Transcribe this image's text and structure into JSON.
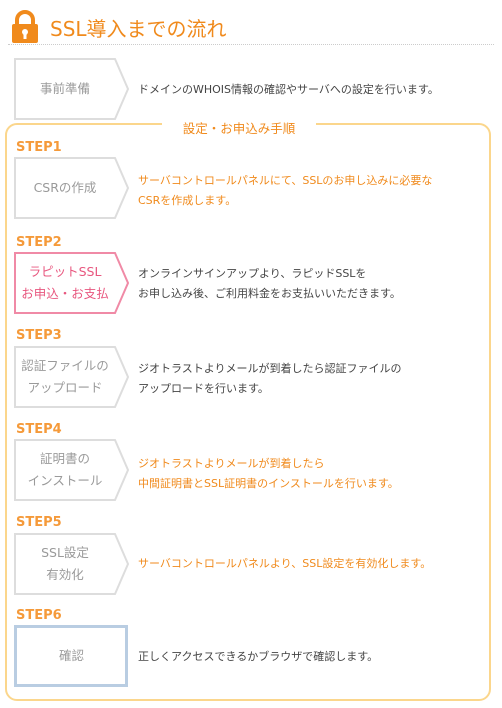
{
  "header": {
    "title": "SSL導入までの流れ",
    "icon": "lock-icon"
  },
  "preparation": {
    "box_label": "事前準備",
    "desc_lines": [
      "ドメインのWHOIS情報の確認やサーバへの設定を行います。"
    ]
  },
  "frame": {
    "title": "設定・お申込み手順"
  },
  "steps": [
    {
      "step": "STEP1",
      "box_lines": [
        "CSRの作成"
      ],
      "desc_lines": [
        "サーバコントロールパネルにて、SSLのお申し込みに必要な",
        "CSRを作成します。"
      ]
    },
    {
      "step": "STEP2",
      "box_lines": [
        "ラピットSSL",
        "お申込・お支払"
      ],
      "desc_lines": [
        "オンラインサインアップより、ラピッドSSLを",
        "お申し込み後、ご利用料金をお支払いいただきます。"
      ]
    },
    {
      "step": "STEP3",
      "box_lines": [
        "認証ファイルの",
        "アップロード"
      ],
      "desc_lines": [
        "ジオトラストよりメールが到着したら認証ファイルの",
        "アップロードを行います。"
      ]
    },
    {
      "step": "STEP4",
      "box_lines": [
        "証明書の",
        "インストール"
      ],
      "desc_lines": [
        "ジオトラストよりメールが到着したら",
        "中間証明書とSSL証明書のインストールを行います。"
      ]
    },
    {
      "step": "STEP5",
      "box_lines": [
        "SSL設定",
        "有効化"
      ],
      "desc_lines": [
        "サーバコントロールパネルより、SSL設定を有効化します。"
      ]
    },
    {
      "step": "STEP6",
      "box_lines": [
        "確認"
      ],
      "desc_lines": [
        "正しくアクセスできるかブラウザで確認します。"
      ]
    }
  ],
  "colors": {
    "accent": "#f08a1c",
    "step_label": "#f59a3a",
    "frame_border": "#fbd68c",
    "box_border_gray": "#dddddd",
    "box_border_pink": "#f08aa6",
    "box_text_pink": "#e8577f",
    "box_border_blue": "#b9cde2"
  }
}
